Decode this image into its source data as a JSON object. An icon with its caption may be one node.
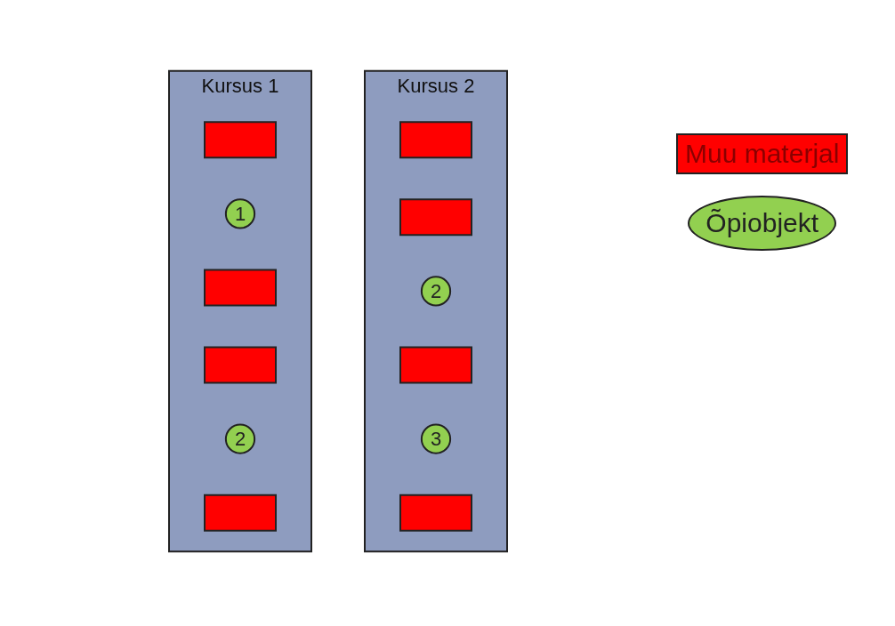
{
  "diagram": {
    "nodes": [
      {
        "text": [
          "Kursus 1"
        ]
      },
      {
        "text": [],
        "shape": "box",
        "in": 0
      },
      {
        "text": [
          "1"
        ],
        "in": 0
      },
      {
        "text": [],
        "shape": "box",
        "in": 0
      },
      {
        "text": [],
        "shape": "box",
        "in": 0
      },
      {
        "text": [
          "2"
        ],
        "in": 0
      },
      {
        "text": [],
        "shape": "box",
        "in": 0
      },
      {
        "text": [
          "Kursus 2"
        ]
      },
      {
        "text": [],
        "shape": "box",
        "in": 7
      },
      {
        "text": [],
        "shape": "box",
        "in": 7
      },
      {
        "text": [
          "2"
        ],
        "in": 7
      },
      {
        "text": [],
        "shape": "box",
        "in": 7
      },
      {
        "text": [
          "3"
        ],
        "in": 7
      },
      {
        "text": [],
        "shape": "box",
        "in": 7
      }
    ],
    "edges": [],
    "legend": [
      {
        "text": "Muu materjal",
        "color": "#ff0000"
      },
      {
        "text": "Õpiobjekt",
        "color": "#92d050"
      }
    ]
  }
}
